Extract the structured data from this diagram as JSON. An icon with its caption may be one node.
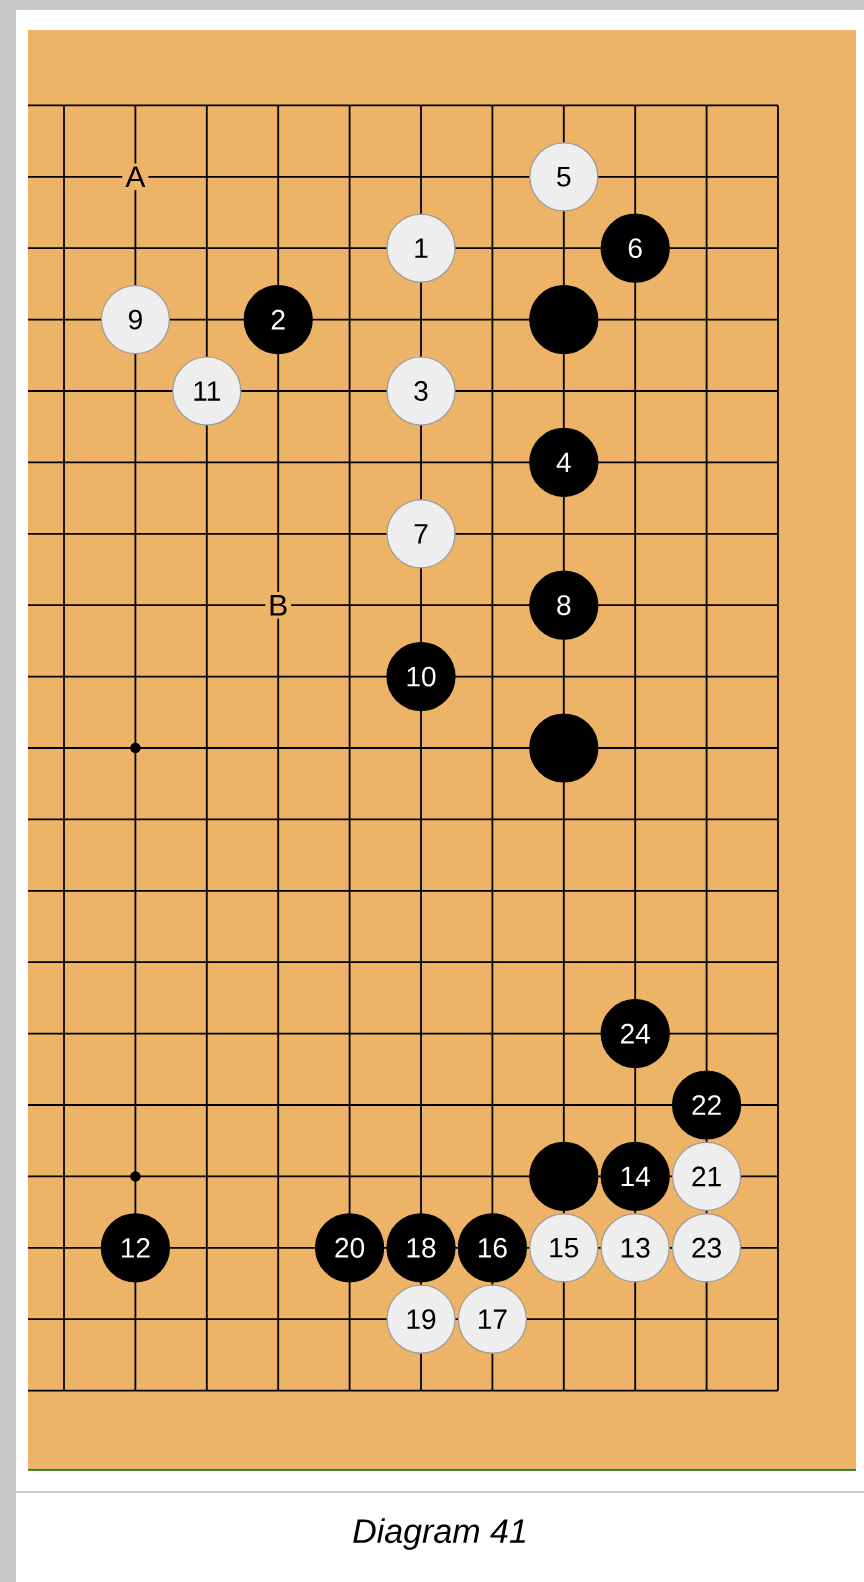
{
  "diagram": {
    "caption": "Diagram 41",
    "nodes": [
      {
        "text": [
          "5"
        ]
      },
      {
        "text": [
          "1"
        ]
      },
      {
        "text": [
          "6"
        ]
      },
      {
        "text": [
          "9"
        ]
      },
      {
        "text": [
          "2"
        ]
      },
      {
        "text": [],
        "shape": "circle"
      },
      {
        "text": [
          "11"
        ]
      },
      {
        "text": [
          "3"
        ]
      },
      {
        "text": [
          "4"
        ]
      },
      {
        "text": [
          "7"
        ]
      },
      {
        "text": [
          "8"
        ]
      },
      {
        "text": [
          "10"
        ]
      },
      {
        "text": [],
        "shape": "circle"
      },
      {
        "text": [
          "24"
        ]
      },
      {
        "text": [
          "22"
        ]
      },
      {
        "text": [],
        "shape": "circle"
      },
      {
        "text": [
          "14"
        ]
      },
      {
        "text": [
          "21"
        ]
      },
      {
        "text": [
          "12"
        ]
      },
      {
        "text": [
          "20"
        ]
      },
      {
        "text": [
          "18"
        ]
      },
      {
        "text": [
          "16"
        ]
      },
      {
        "text": [
          "15"
        ]
      },
      {
        "text": [
          "13"
        ]
      },
      {
        "text": [
          "23"
        ]
      },
      {
        "text": [
          "19"
        ]
      },
      {
        "text": [
          "17"
        ]
      }
    ],
    "labels": [
      "A",
      "B"
    ]
  }
}
